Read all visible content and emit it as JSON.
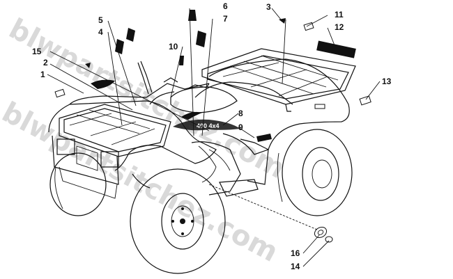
{
  "watermark": {
    "text": "blwpartsitchez.com"
  },
  "decal_text": "400 4x4",
  "callouts": [
    {
      "label": "1"
    },
    {
      "label": "2"
    },
    {
      "label": "3"
    },
    {
      "label": "4"
    },
    {
      "label": "5"
    },
    {
      "label": "6"
    },
    {
      "label": "7"
    },
    {
      "label": "8"
    },
    {
      "label": "9"
    },
    {
      "label": "10"
    },
    {
      "label": "11"
    },
    {
      "label": "12"
    },
    {
      "label": "13"
    },
    {
      "label": "14"
    },
    {
      "label": "15"
    },
    {
      "label": "16"
    }
  ]
}
